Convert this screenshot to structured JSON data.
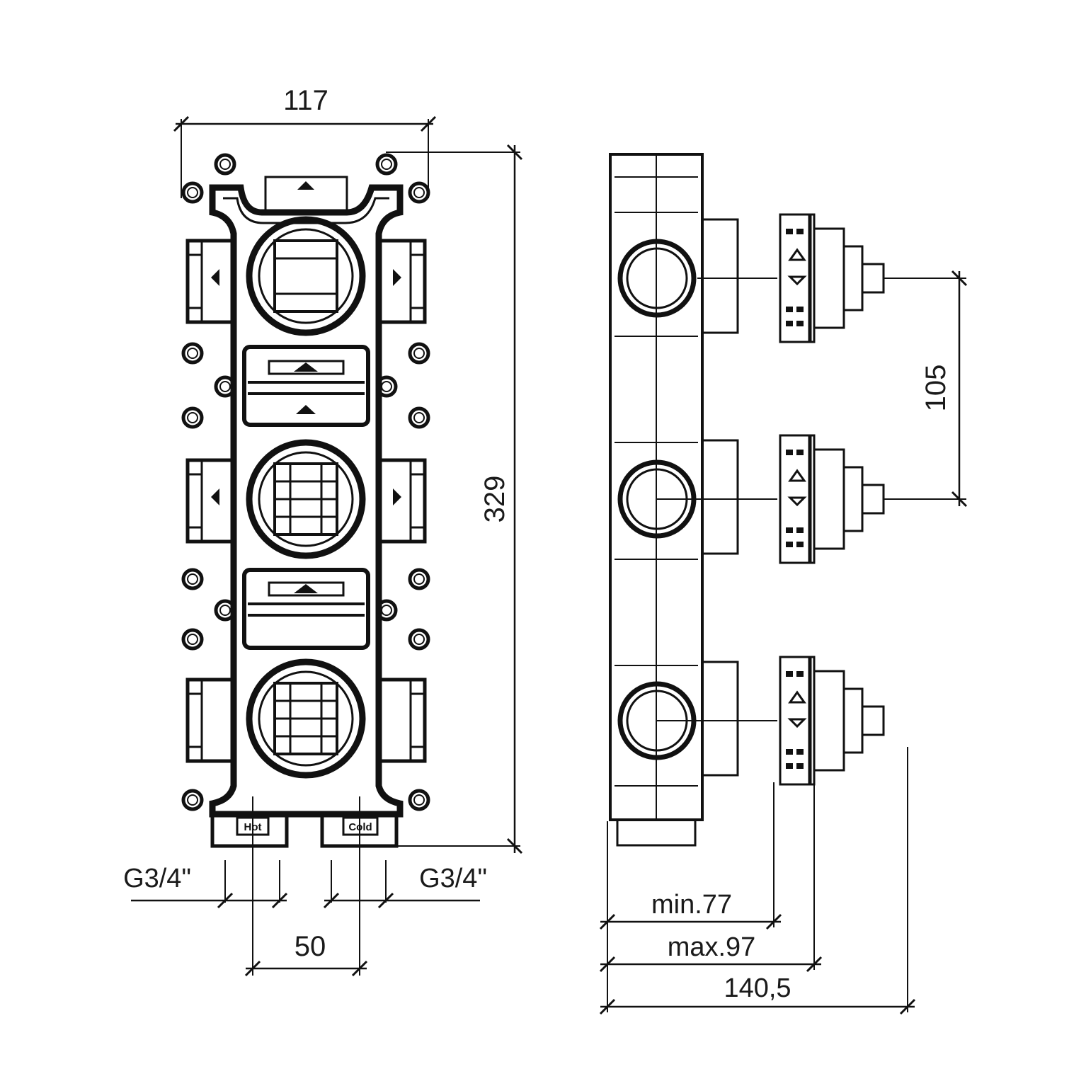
{
  "front_view": {
    "width_label": "117",
    "height_label": "329",
    "inlet_left_label": "G3/4\"",
    "inlet_right_label": "G3/4\"",
    "inlet_spacing_label": "50",
    "hot_label": "Hot",
    "cold_label": "Cold"
  },
  "side_view": {
    "spacing_label": "105",
    "min_depth_label": "min.77",
    "max_depth_label": "max.97",
    "total_depth_label": "140,5"
  },
  "colors": {
    "line": "#111111",
    "text": "#1a1a1a",
    "background": "#ffffff"
  }
}
